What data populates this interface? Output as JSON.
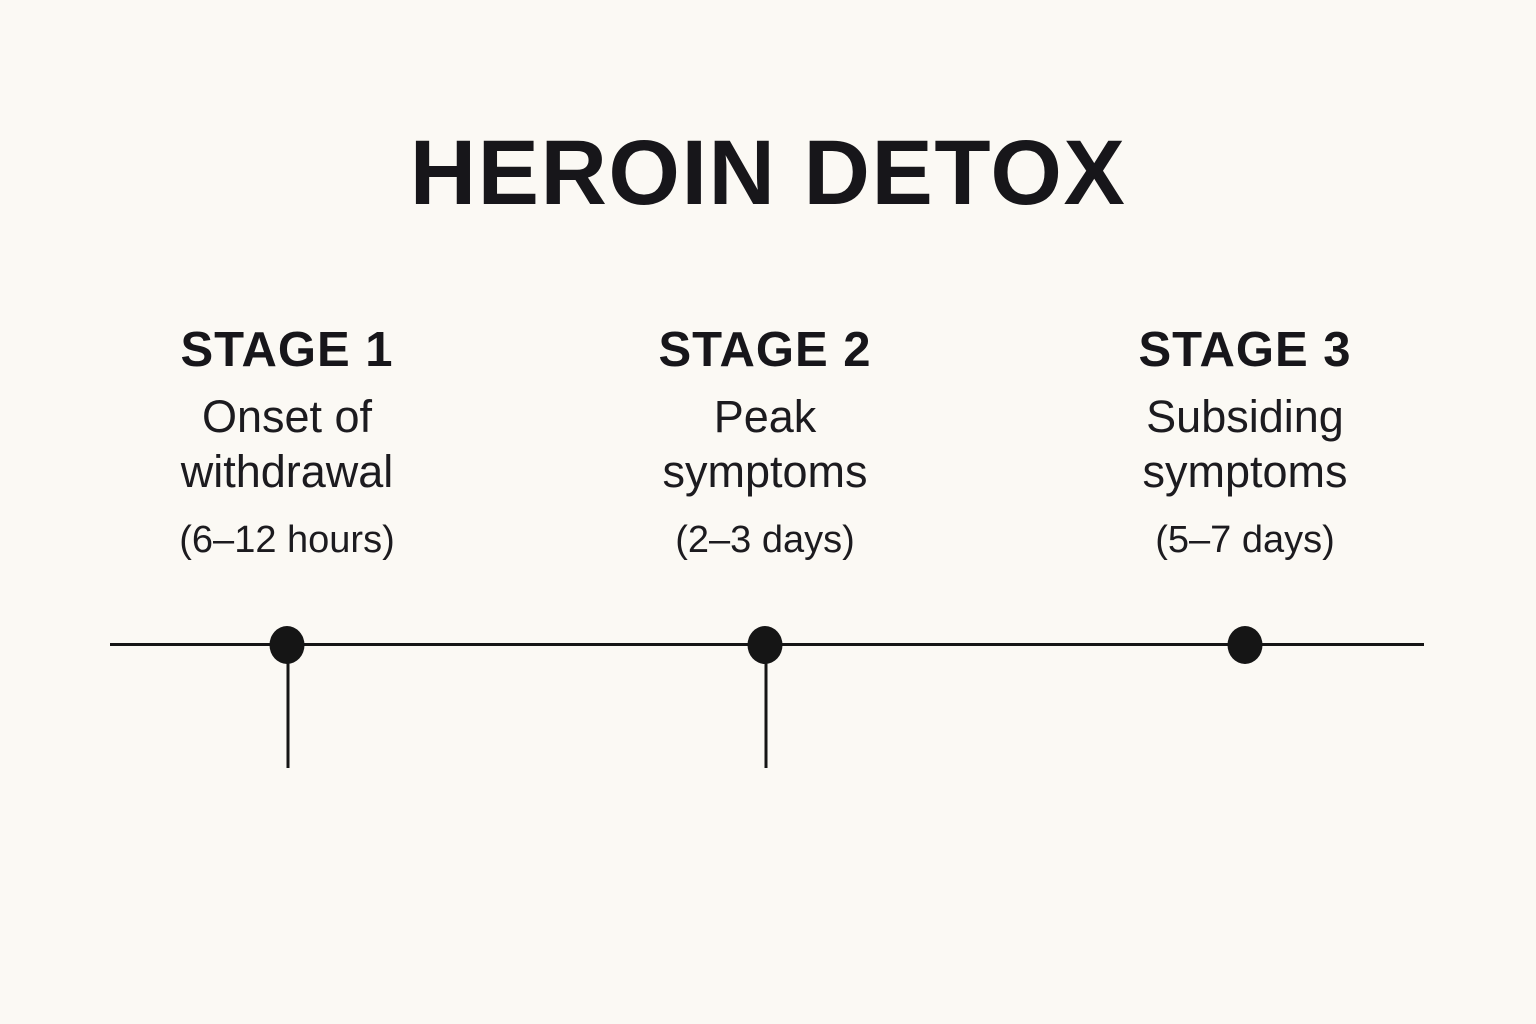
{
  "title": "HEROIN DETOX",
  "colors": {
    "background": "#fbf9f4",
    "text": "#17161a",
    "line": "#151515"
  },
  "timeline": {
    "stages": [
      {
        "label": "STAGE 1",
        "name": "Onset of\nwithdrawal",
        "duration": "(6–12 hours)",
        "has_drop_line": true
      },
      {
        "label": "STAGE 2",
        "name": "Peak\nsymptoms",
        "duration": "(2–3 days)",
        "has_drop_line": true
      },
      {
        "label": "STAGE 3",
        "name": "Subsiding\nsymptoms",
        "duration": "(5–7 days)",
        "has_drop_line": false
      }
    ]
  }
}
